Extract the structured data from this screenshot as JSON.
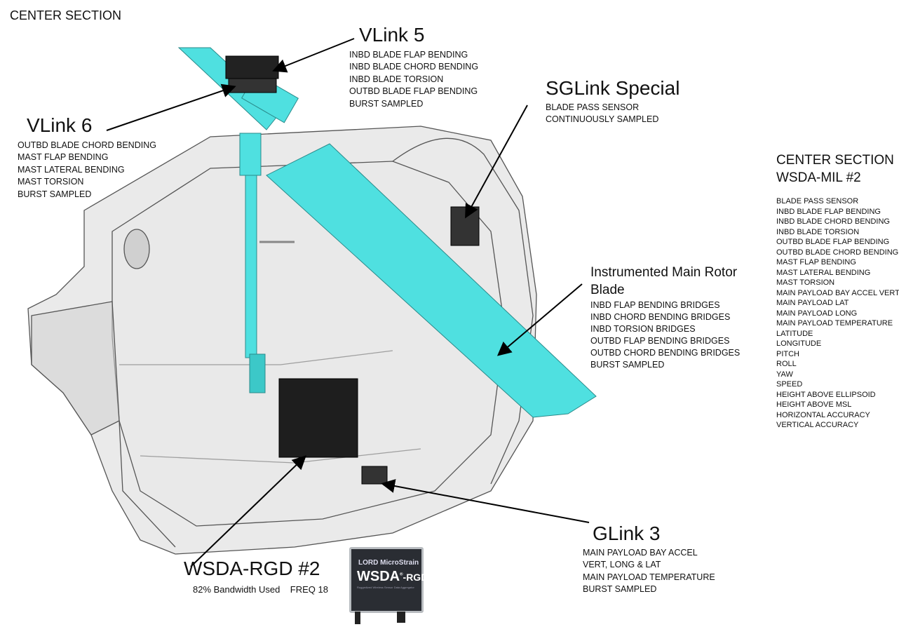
{
  "page_title": "CENTER SECTION",
  "colors": {
    "blade": "#4fe0e0",
    "fuselage": "#c8c8c8",
    "sensor": "#222222"
  },
  "vlink5": {
    "title": "VLink 5",
    "items": [
      "INBD BLADE FLAP BENDING",
      "INBD BLADE CHORD BENDING",
      "INBD BLADE TORSION",
      "OUTBD BLADE FLAP BENDING",
      "BURST SAMPLED"
    ]
  },
  "sglink": {
    "title": "SGLink Special",
    "items": [
      "BLADE PASS SENSOR",
      "CONTINUOUSLY SAMPLED"
    ]
  },
  "vlink6": {
    "title": "VLink 6",
    "items": [
      "OUTBD BLADE CHORD BENDING",
      "MAST FLAP BENDING",
      "MAST LATERAL BENDING",
      "MAST TORSION",
      "BURST SAMPLED"
    ]
  },
  "blade": {
    "title_line1": "Instrumented Main Rotor",
    "title_line2": "Blade",
    "items": [
      "INBD FLAP BENDING BRIDGES",
      "INBD CHORD BENDING BRIDGES",
      "INBD TORSION  BRIDGES",
      "OUTBD FLAP BENDING BRIDGES",
      "OUTBD CHORD BENDING BRIDGES",
      "BURST SAMPLED"
    ]
  },
  "center_panel": {
    "title_line1": "CENTER SECTION",
    "title_line2": "WSDA-MIL  #2",
    "items": [
      "BLADE PASS SENSOR",
      "INBD  BLADE FLAP BENDING",
      "INBD  BLADE CHORD BENDING",
      "INBD  BLADE TORSION",
      "OUTBD BLADE FLAP BENDING",
      "OUTBD BLADE CHORD BENDING",
      "MAST FLAP BENDING",
      "MAST LATERAL BENDING",
      "MAST TORSION",
      "MAIN PAYLOAD BAY ACCEL VERT",
      "MAIN PAYLOAD LAT",
      "MAIN PAYLOAD LONG",
      "MAIN PAYLOAD  TEMPERATURE",
      "LATITUDE",
      "LONGITUDE",
      "PITCH",
      "ROLL",
      "YAW",
      "SPEED",
      "HEIGHT ABOVE ELLIPSOID",
      "HEIGHT ABOVE MSL",
      "HORIZONTAL ACCURACY",
      "VERTICAL ACCURACY"
    ]
  },
  "glink3": {
    "title": "GLink 3",
    "items": [
      "MAIN PAYLOAD BAY ACCEL",
      "VERT, LONG & LAT",
      "MAIN PAYLOAD TEMPERATURE",
      "BURST SAMPLED"
    ]
  },
  "wsda_rgd": {
    "title": "WSDA-RGD #2",
    "subtitle": "82% Bandwidth Used    FREQ 18"
  },
  "device": {
    "brand": "LORD MicroStrain",
    "model": "WSDA",
    "reg": "®",
    "suffix": "-RGD",
    "tagline": "Ruggedized Wireless Sensor Data Aggregator"
  }
}
